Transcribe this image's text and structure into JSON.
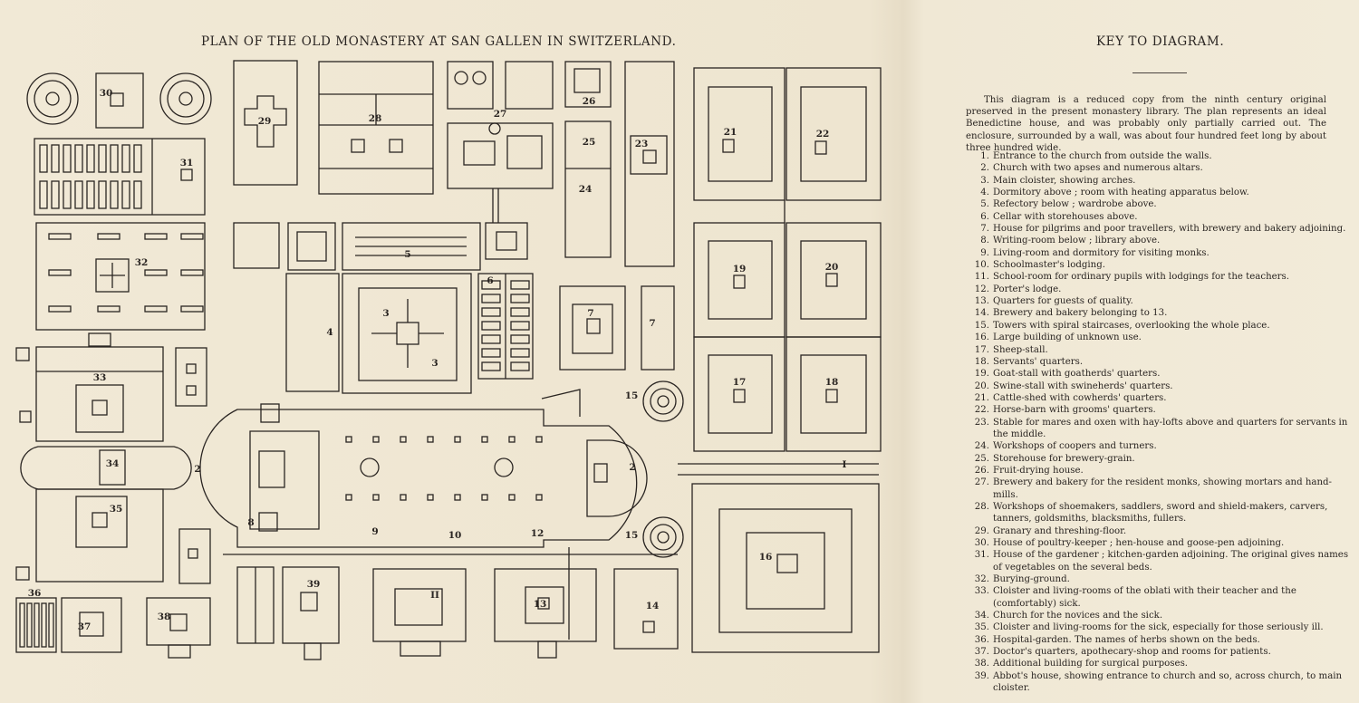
{
  "plan": {
    "title": "PLAN OF THE OLD MONASTERY AT SAN GALLEN IN SWITZERLAND.",
    "labels": [
      "I",
      "2",
      "2",
      "3",
      "3",
      "4",
      "5",
      "6",
      "7",
      "7",
      "8",
      "9",
      "10",
      "II",
      "12",
      "13",
      "14",
      "15",
      "15",
      "16",
      "17",
      "18",
      "19",
      "20",
      "21",
      "22",
      "23",
      "24",
      "25",
      "26",
      "27",
      "28",
      "29",
      "30",
      "31",
      "32",
      "33",
      "34",
      "35",
      "36",
      "37",
      "38",
      "39"
    ]
  },
  "key": {
    "title": "KEY TO DIAGRAM.",
    "intro": "This diagram is a reduced copy from the ninth century original preserved in the present monastery library. The plan represents an ideal Benedictine house, and was probably only partially carried out. The enclosure, surrounded by a wall, was about four hundred feet long by about three hundred wide.",
    "items": [
      {
        "num": "1.",
        "text": "Entrance to the church from outside the walls."
      },
      {
        "num": "2.",
        "text": "Church with two apses and numerous altars."
      },
      {
        "num": "3.",
        "text": "Main cloister, showing arches."
      },
      {
        "num": "4.",
        "text": "Dormitory above ; room with heating apparatus below."
      },
      {
        "num": "5.",
        "text": "Refectory below ; wardrobe above."
      },
      {
        "num": "6.",
        "text": "Cellar with storehouses above."
      },
      {
        "num": "7.",
        "text": "House for pilgrims and poor travellers, with brewery and bakery adjoining."
      },
      {
        "num": "8.",
        "text": "Writing-room below ; library above."
      },
      {
        "num": "9.",
        "text": "Living-room and dormitory for visiting monks."
      },
      {
        "num": "10.",
        "text": "Schoolmaster's lodging."
      },
      {
        "num": "11.",
        "text": "School-room for ordinary pupils with lodgings for the teachers."
      },
      {
        "num": "12.",
        "text": "Porter's lodge."
      },
      {
        "num": "13.",
        "text": "Quarters for guests of quality."
      },
      {
        "num": "14.",
        "text": "Brewery and bakery belonging to 13."
      },
      {
        "num": "15.",
        "text": "Towers with spiral staircases, overlooking the whole place."
      },
      {
        "num": "16.",
        "text": "Large building of unknown use."
      },
      {
        "num": "17.",
        "text": "Sheep-stall."
      },
      {
        "num": "18.",
        "text": "Servants' quarters."
      },
      {
        "num": "19.",
        "text": "Goat-stall with goatherds' quarters."
      },
      {
        "num": "20.",
        "text": "Swine-stall with swineherds' quarters."
      },
      {
        "num": "21.",
        "text": "Cattle-shed with cowherds' quarters."
      },
      {
        "num": "22.",
        "text": "Horse-barn with grooms' quarters."
      },
      {
        "num": "23.",
        "text": "Stable for mares and oxen with hay-lofts above and quarters for servants in the middle."
      },
      {
        "num": "24.",
        "text": "Workshops of coopers and turners."
      },
      {
        "num": "25.",
        "text": "Storehouse for brewery-grain."
      },
      {
        "num": "26.",
        "text": "Fruit-drying house."
      },
      {
        "num": "27.",
        "text": "Brewery and bakery for the resident monks, showing mortars and hand-mills."
      },
      {
        "num": "28.",
        "text": "Workshops of shoemakers, saddlers, sword and shield-makers, carvers, tanners, goldsmiths, blacksmiths, fullers."
      },
      {
        "num": "29.",
        "text": "Granary and threshing-floor."
      },
      {
        "num": "30.",
        "text": "House of poultry-keeper ; hen-house and goose-pen adjoining."
      },
      {
        "num": "31.",
        "text": "House of the gardener ; kitchen-garden adjoining.  The original gives names of vegetables on the several beds."
      },
      {
        "num": "32.",
        "text": "Burying-ground."
      },
      {
        "num": "33.",
        "text": "Cloister and living-rooms of the oblati with their teacher and the (comfortably) sick."
      },
      {
        "num": "34.",
        "text": "Church for the novices and the sick."
      },
      {
        "num": "35.",
        "text": "Cloister and living-rooms for the sick, especially for those seriously ill."
      },
      {
        "num": "36.",
        "text": "Hospital-garden.  The names of herbs shown on the beds."
      },
      {
        "num": "37.",
        "text": "Doctor's quarters, apothecary-shop and rooms for patients."
      },
      {
        "num": "38.",
        "text": "Additional building for surgical purposes."
      },
      {
        "num": "39.",
        "text": "Abbot's house, showing entrance to church and so, across church, to main cloister."
      }
    ]
  }
}
